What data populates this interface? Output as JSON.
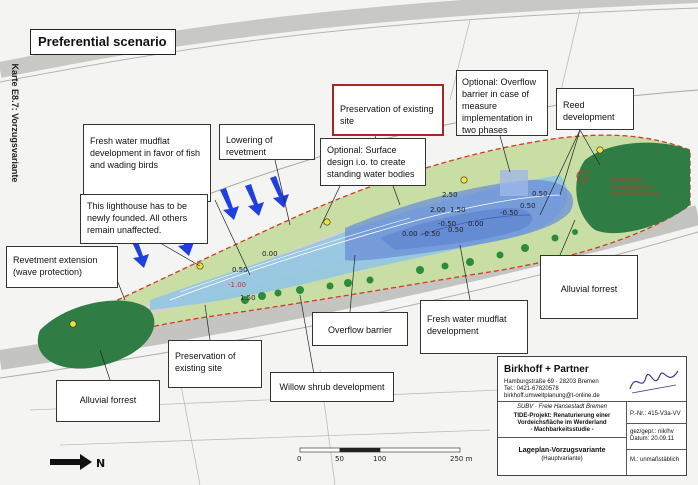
{
  "title": "Preferential scenario",
  "side_caption": "Karte E8.7:  Vorzugsvariante",
  "labels": {
    "preservation_existing_site_top": "Preservation of existing site",
    "optional_overflow_barrier": "Optional: Overflow barrier in case of measure implementation in two phases",
    "reed_development": "Reed development",
    "fresh_water_mudflat_fish": "Fresh water mudflat development in favor of fish and wading birds",
    "lowering_of_revetment": "Lowering of revetment",
    "optional_surface_design": "Optional: Surface design i.o. to create standing water bodies",
    "lighthouse": "This lighthouse has to be newly founded. All others remain unaffected.",
    "revetment_extension": "Revetment extension (wave protection)",
    "alluvial_forrest_right": "Alluvial forrest",
    "overflow_barrier": "Overflow barrier",
    "fresh_water_mudflat": "Fresh water mudflat development",
    "preservation_existing_site_bottom": "Preservation of existing site",
    "willow_shrub": "Willow shrub development",
    "alluvial_forrest_left": "Alluvial forrest"
  },
  "map_annotation": {
    "line1": "Anerkannter",
    "line2": "Verdachtspunkt",
    "line3": "(Bombenrachweis)"
  },
  "contours": [
    "0.50",
    "-1.00",
    "1.50",
    "0.00",
    "2.00",
    "1.50",
    "-0.50",
    "0.00",
    "-0.50",
    "0.50",
    "2.50",
    "0.50",
    "-0.50",
    "0.50",
    "0.00"
  ],
  "scale_bar": {
    "ticks": [
      "0",
      "50",
      "100",
      "250 m"
    ],
    "north_label": "N"
  },
  "title_block": {
    "firm": "Birkhoff + Partner",
    "address_1": "Hamburgstraße 69 · 28203 Bremen",
    "phone": "Tel.: 0421-67820578",
    "email": "birkhoff.umweltplanung@t-online.de",
    "client": "SUBV · Freie Hansestadt Bremen",
    "project_1": "TIDE-Projekt: Renaturierung einer",
    "project_2": "Vordeichsfläche im Werderland",
    "project_3": "- Machbarkeitsstudie -",
    "plan_1": "Lageplan-Vorzugsvariante",
    "plan_2": "(Hauptvariante)",
    "project_no": "P.-Nr.: 415-V3a-VV",
    "drawn": "gez/gepr.: nik/hv",
    "date": "Datum: 20.09.11",
    "scale": "M.: unmaßstäblich"
  },
  "colors": {
    "island_green": "#c9dea4",
    "forest_green": "#2f7d45",
    "water_blue": "#8fc4e8",
    "water_dark": "#6b8fd8",
    "gravel": "#d6d2c4",
    "boundary_red": "#d23a2a",
    "arrow_blue": "#1f3fe0",
    "tree_green": "#2e8b3a"
  }
}
